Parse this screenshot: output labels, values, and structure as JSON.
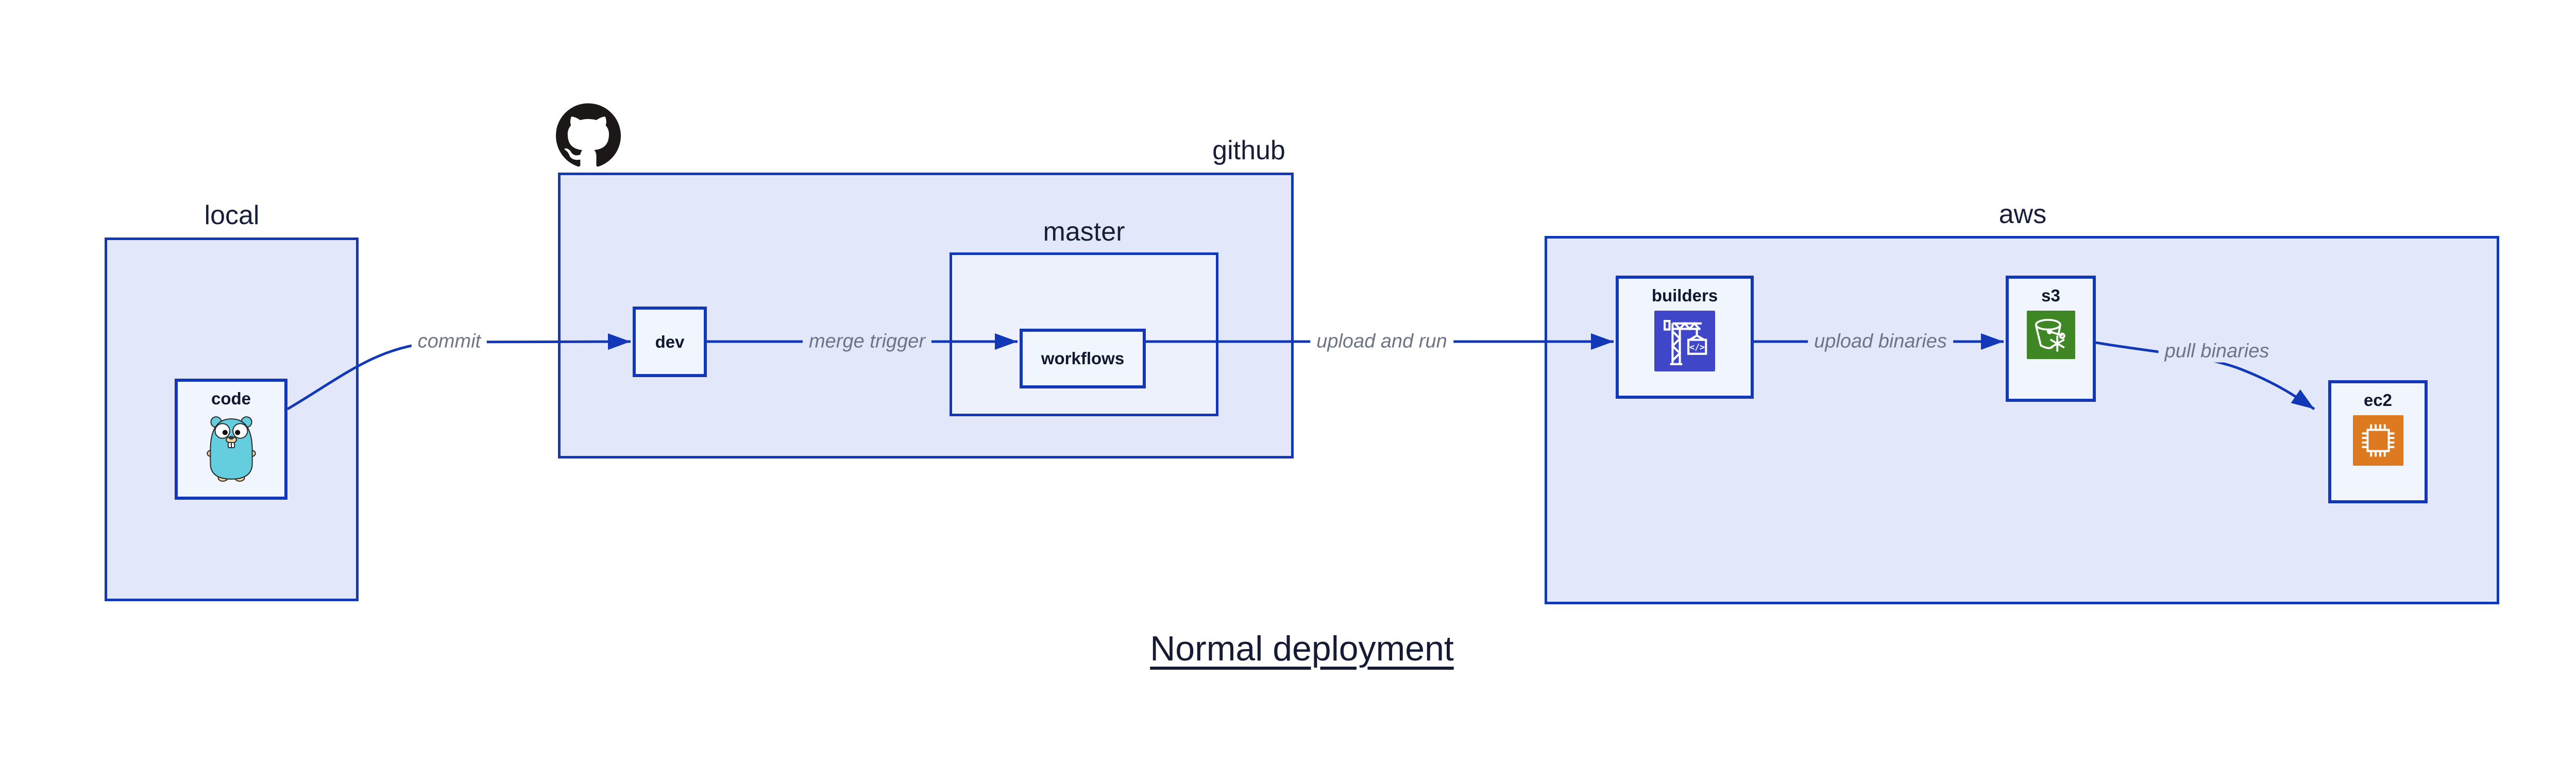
{
  "title": "Normal deployment",
  "containers": {
    "local": {
      "label": "local"
    },
    "github": {
      "label": "github"
    },
    "master": {
      "label": "master"
    },
    "aws": {
      "label": "aws"
    }
  },
  "nodes": {
    "code": {
      "label": "code",
      "icon": "go-gopher-icon"
    },
    "dev": {
      "label": "dev"
    },
    "workflows": {
      "label": "workflows"
    },
    "builders": {
      "label": "builders",
      "icon": "aws-codebuild-crane-icon"
    },
    "s3": {
      "label": "s3",
      "icon": "aws-s3-glacier-bucket-icon"
    },
    "ec2": {
      "label": "ec2",
      "icon": "aws-ec2-chip-icon"
    }
  },
  "edges": {
    "commit": {
      "label": "commit",
      "from": "code",
      "to": "dev"
    },
    "merge_trigger": {
      "label": "merge trigger",
      "from": "dev",
      "to": "workflows"
    },
    "upload_and_run": {
      "label": "upload and run",
      "from": "workflows",
      "to": "builders"
    },
    "upload_binaries": {
      "label": "upload binaries",
      "from": "builders",
      "to": "s3"
    },
    "pull_binaries": {
      "label": "pull binaries",
      "from": "s3",
      "to": "ec2"
    }
  },
  "icons": {
    "github_logo": "github-octocat-icon"
  },
  "colors": {
    "accent_blue": "#1238b8",
    "container_fill": "#e2e8fa",
    "master_fill": "#edf1fc",
    "node_fill": "#f1f5fd",
    "edge_label_gray": "#6d7585",
    "text_dark_navy": "#141b33",
    "codebuild_purple": "#4046c8",
    "glacier_green": "#3f8624",
    "ec2_orange": "#dd7a20",
    "gopher_teal": "#65cede",
    "github_black": "#1b1817"
  }
}
